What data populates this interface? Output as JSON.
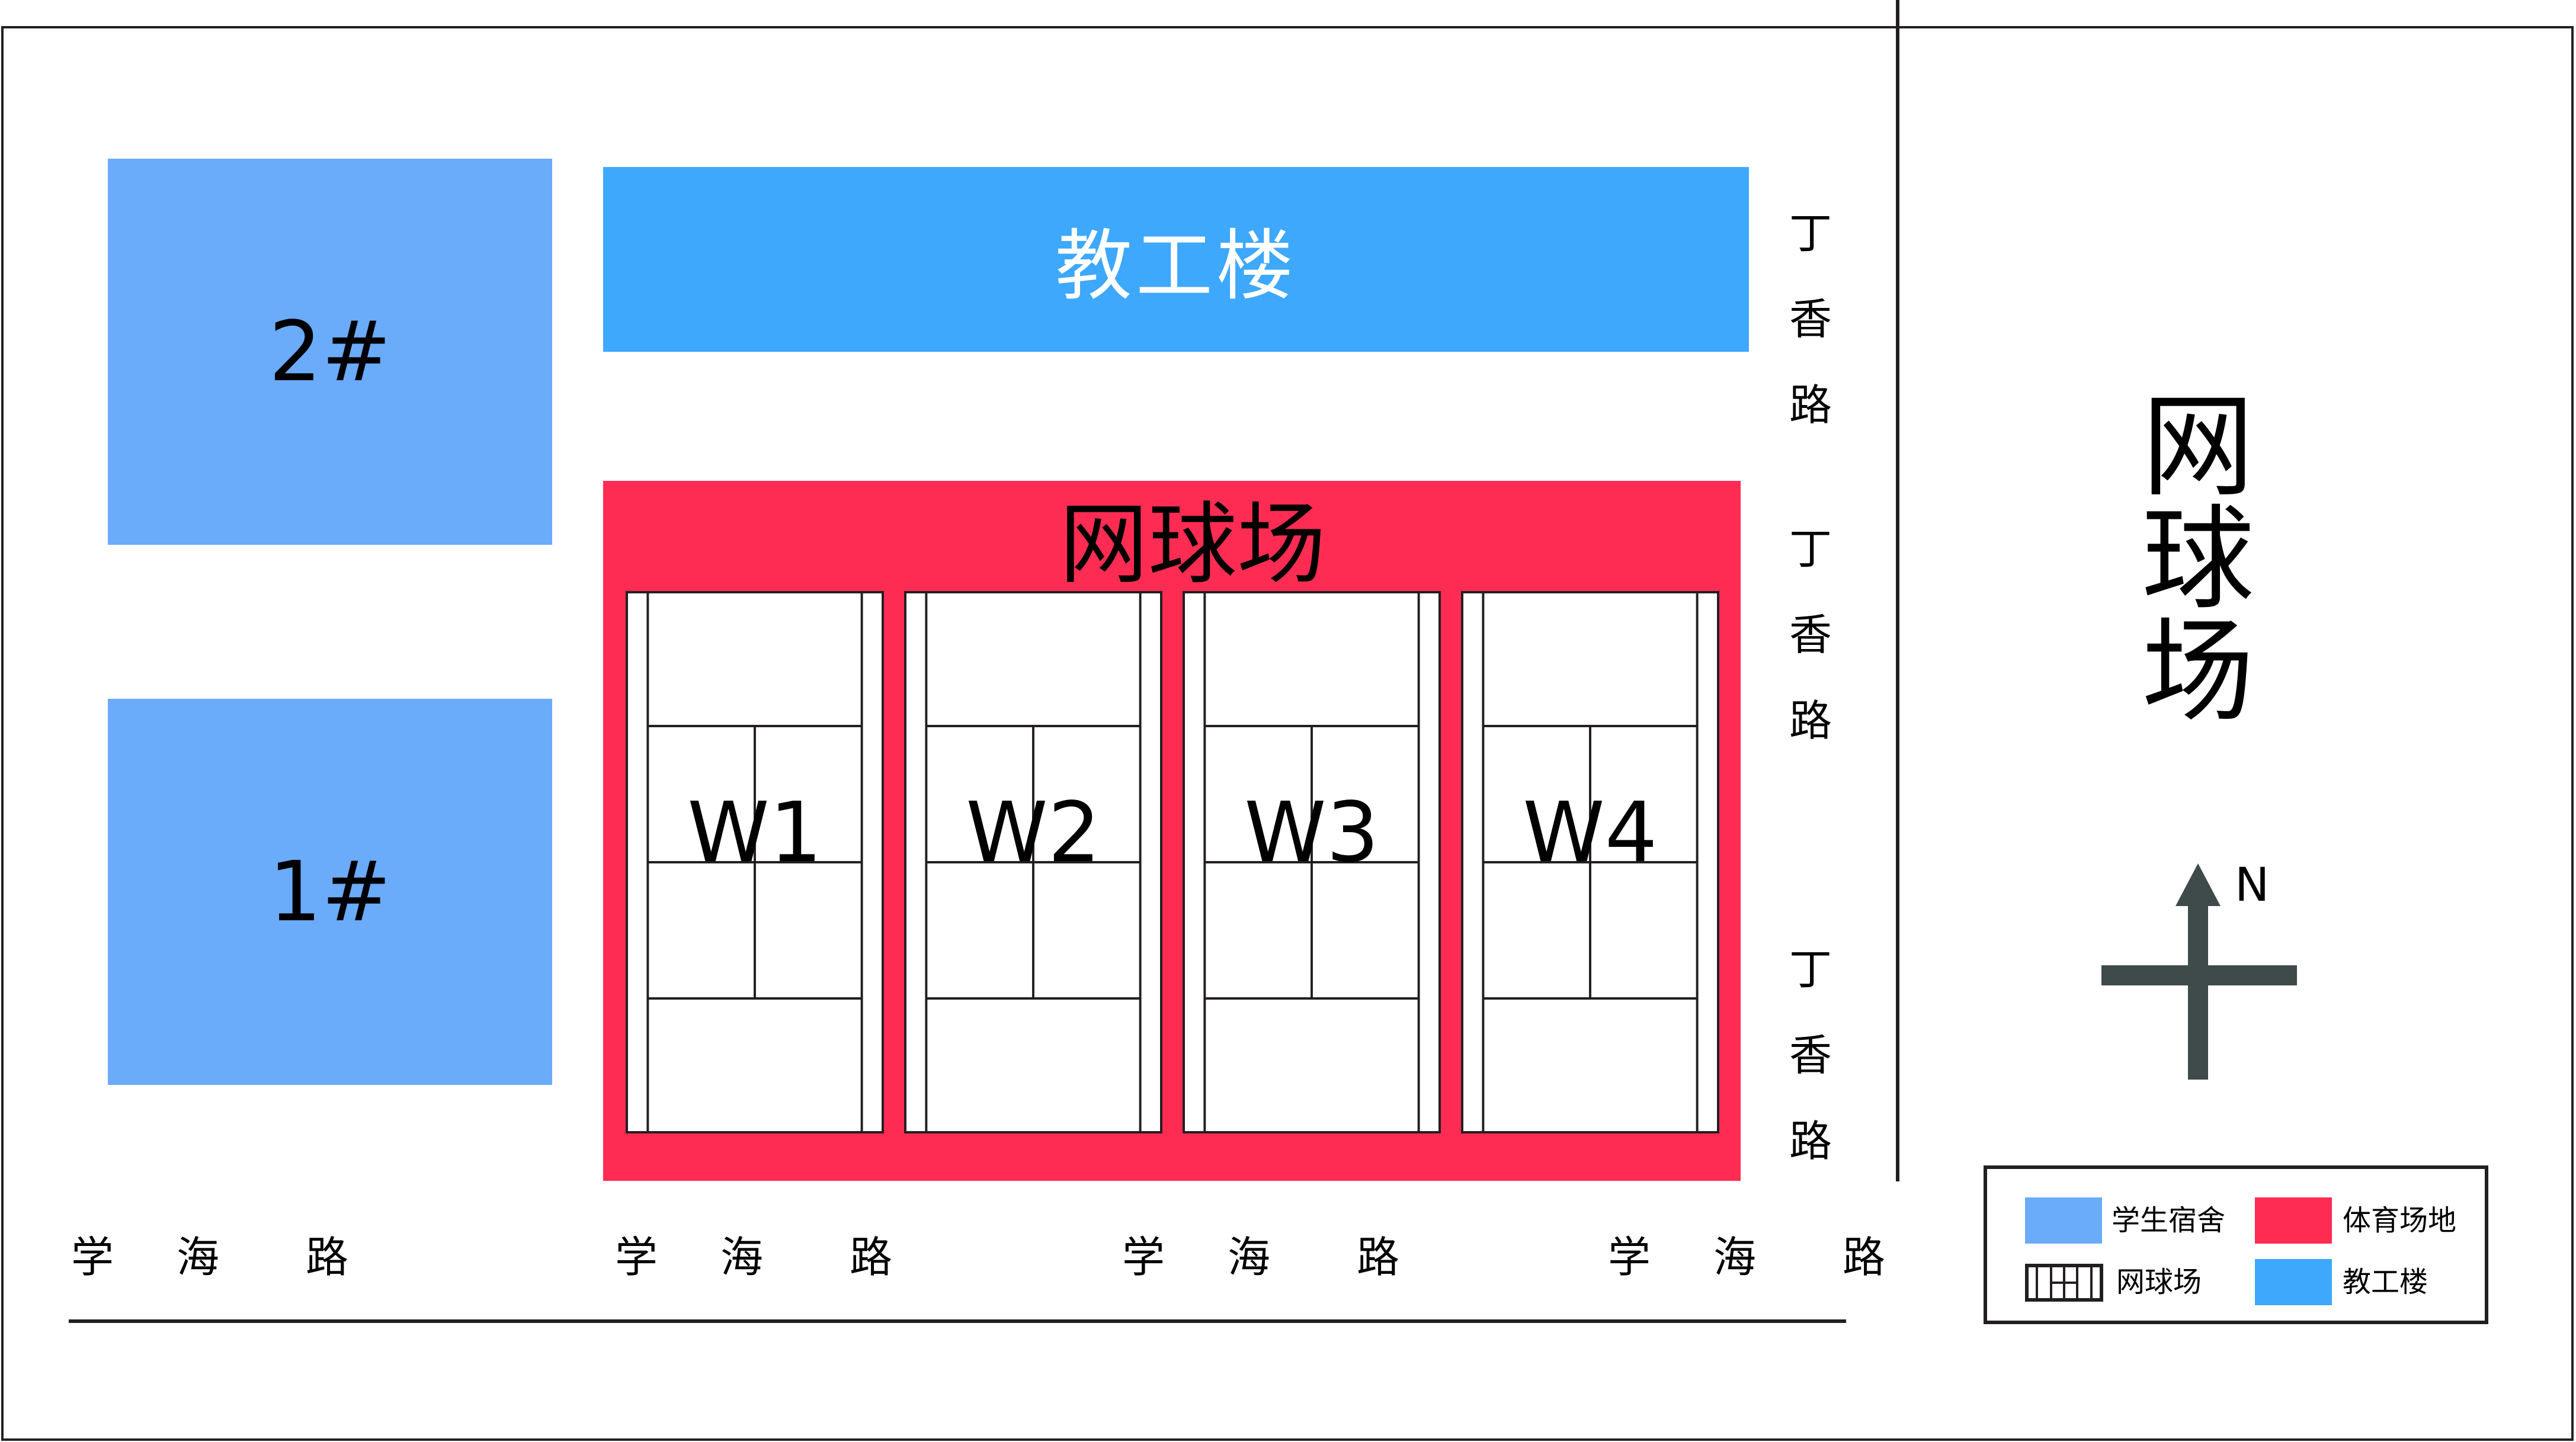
{
  "buildings": {
    "dorm_2": "2#",
    "dorm_1": "1#",
    "teaching": "教工楼"
  },
  "sports_area": {
    "title": "网球场",
    "courts": [
      "W1",
      "W2",
      "W3",
      "W4"
    ]
  },
  "roads": {
    "east_road_chars": [
      "丁",
      "香",
      "路"
    ],
    "south_road_chars": [
      "学",
      "海",
      "路"
    ]
  },
  "side_label": [
    "网",
    "球",
    "场"
  ],
  "compass": {
    "label": "N"
  },
  "legend": {
    "items": [
      {
        "label": "学生宿舍",
        "color": "#6aabfa"
      },
      {
        "label": "体育场地",
        "color": "#fe2c53"
      },
      {
        "label": "网球场",
        "icon": "tennis-court-icon"
      },
      {
        "label": "教工楼",
        "color": "#3ea8fc"
      }
    ]
  },
  "colors": {
    "dorm": "#6aabfa",
    "teaching": "#3ea8fc",
    "sports": "#fe2c53",
    "line": "#231f20",
    "compass": "#3f4a4a"
  }
}
